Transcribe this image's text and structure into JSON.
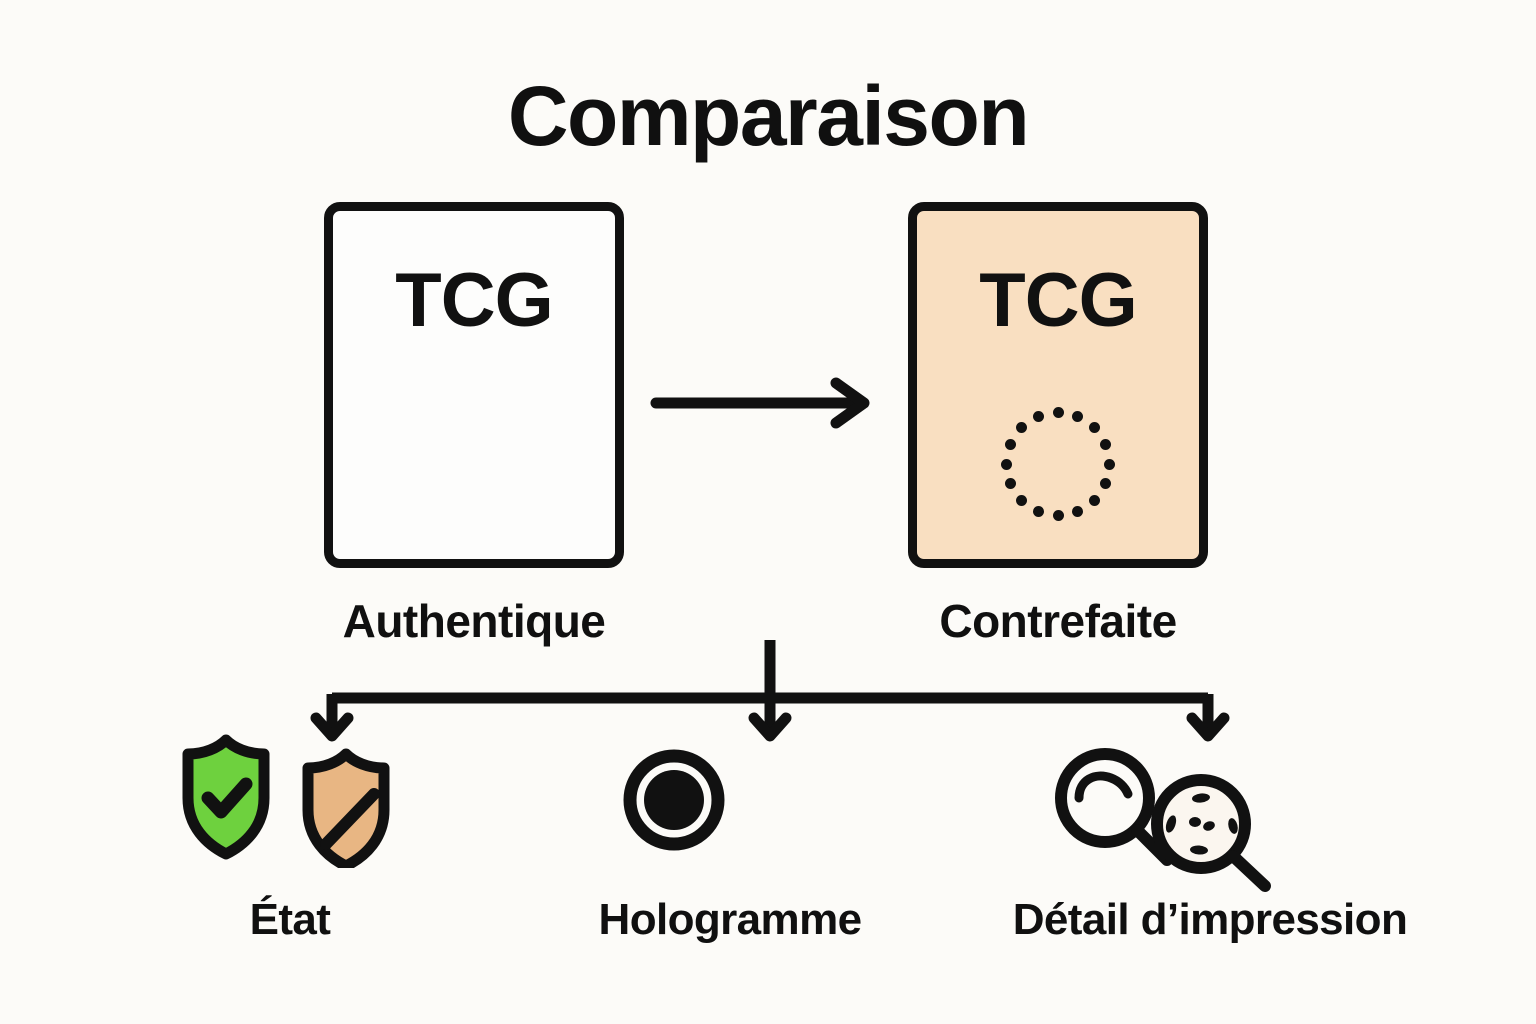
{
  "page": {
    "title": "Comparaison",
    "background_color": "#fcfbf8",
    "ink_color": "#111111"
  },
  "cards": [
    {
      "id": "authentic",
      "code": "TCG",
      "caption": "Authentique",
      "fill_color": "#fdfdfc",
      "border_color": "#111111",
      "has_dotted_ring": false
    },
    {
      "id": "counterfeit",
      "code": "TCG",
      "caption": "Contrefaite",
      "fill_color": "#f9dfc1",
      "border_color": "#111111",
      "has_dotted_ring": true,
      "dotted_ring_dots": 16
    }
  ],
  "flow": {
    "comparison_arrow": "arrow-right",
    "branch_arrow_count": 3
  },
  "features": [
    {
      "id": "condition",
      "caption": "État",
      "icons": [
        "shield-check-icon",
        "shield-damaged-icon"
      ],
      "ok_color": "#6ed13e",
      "warn_color": "#e8b683"
    },
    {
      "id": "hologram",
      "caption": "Hologramme",
      "icons": [
        "hologram-ring-icon"
      ]
    },
    {
      "id": "print-detail",
      "caption": "Détail d’impression",
      "icons": [
        "magnifier-clean-icon",
        "magnifier-speckled-icon"
      ]
    }
  ]
}
